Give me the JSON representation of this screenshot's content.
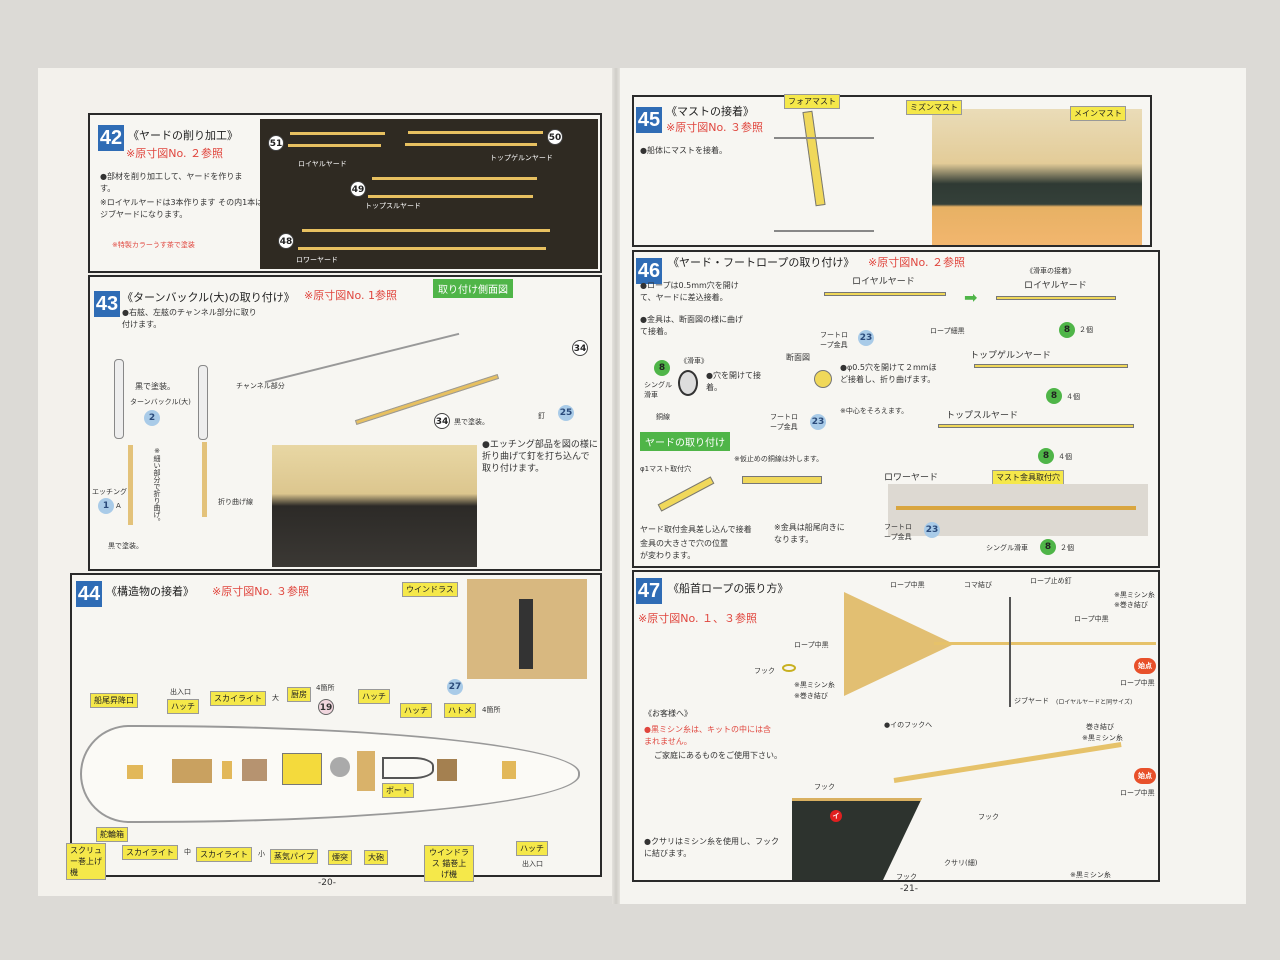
{
  "left_page": {
    "page_number": "-20-",
    "step42": {
      "number": "42",
      "title": "《ヤードの削り加工》",
      "reference": "※原寸図No. ２参照",
      "instruction": "●部材を削り加工して、ヤードを作ります。",
      "note": "※ロイヤルヤードは3本作ります その内1本はジブヤードになります。",
      "paint_note": "※特製カラーうす茶で塗装",
      "parts": [
        {
          "number": "51",
          "label": "ロイヤルヤード"
        },
        {
          "number": "50",
          "label": "トップゲルンヤード"
        },
        {
          "number": "49",
          "label": "トップスルヤード"
        },
        {
          "number": "48",
          "label": "ロワーヤード"
        }
      ]
    },
    "step43": {
      "number": "43",
      "title": "《ターンバックル(大)の取り付け》",
      "reference": "※原寸図No. 1参照",
      "instruction": "●右舷、左舷のチャンネル部分に取り付けます。",
      "side_view_label": "取り付け側面図",
      "paint_black": "黒で塗装。",
      "turnbuckle_label": "ターンバックル(大)",
      "turnbuckle_part": "2",
      "etching_label": "エッチング",
      "etching_part": "1",
      "etching_suffix": "A",
      "paint_black_2": "黒で塗装。",
      "bend_note": "※細い部分で折り曲げ。",
      "bend_line": "折り曲げ線",
      "channel_label": "チャンネル部分",
      "part34": "34",
      "part34_note": "黒で塗装。",
      "part34_side": "34",
      "nail_label": "釘",
      "nail_part": "25",
      "etching_instruction": "●エッチング部品を図の様に折り曲げて釘を打ち込んで取り付けます。"
    },
    "step44": {
      "number": "44",
      "title": "《構造物の接着》",
      "reference": "※原寸図No. ３参照",
      "windlass_photo_label": "ウインドラス",
      "grommet_part": "27",
      "part19": "19",
      "part19_note": "4箇所",
      "labels_top": [
        {
          "text": "船尾昇降口",
          "note": ""
        },
        {
          "text": "ハッチ",
          "note": "出入口"
        },
        {
          "text": "スカイライト",
          "note": "大"
        },
        {
          "text": "厨房",
          "note": ""
        },
        {
          "text": "ハッチ",
          "note": ""
        },
        {
          "text": "ハッチ",
          "note": ""
        },
        {
          "text": "ハトメ",
          "note": "4箇所"
        }
      ],
      "boat_label": "ボート",
      "labels_bottom": [
        {
          "text": "舵輪箱",
          "note": ""
        },
        {
          "text": "スクリュー巻上げ機",
          "note": ""
        },
        {
          "text": "スカイライト",
          "note": "中"
        },
        {
          "text": "スカイライト",
          "note": "小"
        },
        {
          "text": "蒸気パイプ",
          "note": ""
        },
        {
          "text": "煙突",
          "note": ""
        },
        {
          "text": "大砲",
          "note": ""
        },
        {
          "text": "ウインドラス 錨巻上げ機",
          "note": ""
        },
        {
          "text": "ハッチ",
          "note": "出入口"
        }
      ]
    }
  },
  "right_page": {
    "page_number": "-21-",
    "step45": {
      "number": "45",
      "title": "《マストの接着》",
      "reference": "※原寸図No. ３参照",
      "instruction": "●船体にマストを接着。",
      "fore_mast": "フォアマスト",
      "mizzen_mast": "ミズンマスト",
      "main_mast": "メインマスト"
    },
    "step46": {
      "number": "46",
      "title": "《ヤード・フートロープの取り付け》",
      "reference": "※原寸図No. ２参照",
      "instruction1": "●ロープは0.5mm穴を開けて、ヤードに差込接着。",
      "instruction2": "●金具は、断面図の様に曲げて接着。",
      "royal_yard": "ロイヤルヤード",
      "footrope_fitting": "フートロープ金具",
      "footrope_part": "23",
      "rope_black": "ロープ細黒",
      "pulley_title": "《滑車》",
      "single_pulley": "シングル滑車",
      "pulley_part": "8",
      "pulley_note": "●穴を開けて接着。",
      "copper_wire": "銅線",
      "section_label": "断面図",
      "section_note": "●φ0.5穴を開けて２mmほど接着し、折り曲げます。",
      "center_note": "※中心をそろえます。",
      "pulley_attach_title": "《滑車の接着》",
      "yards": [
        {
          "name": "ロイヤルヤード",
          "count": "２個"
        },
        {
          "name": "トップゲルンヤード",
          "count": "４個"
        },
        {
          "name": "トップスルヤード",
          "count": "４個"
        },
        {
          "name": "ロワーヤード",
          "count": "２個"
        }
      ],
      "yard_attach_label": "ヤードの取り付け",
      "temp_wire_note": "※仮止めの銅線は外します。",
      "mast_hole": "φ1マスト取付穴",
      "insert_note": "ヤード取付金具差し込んで接着",
      "hole_note": "金具の大きさで穴の位置が変わります。",
      "fitting_direction": "※金具は船尾向きになります。",
      "mast_fitting_hole": "マスト金具取付穴"
    },
    "step47": {
      "number": "47",
      "title": "《船首ロープの張り方》",
      "reference": "※原寸図No. １、３参照",
      "rope_medium_black": "ロープ中黒",
      "koma_knot": "コマ結び",
      "rope_stop_nail": "ロープ止め釘",
      "black_thread": "※黒ミシン糸",
      "clove_hitch": "※巻き結び",
      "hook": "フック",
      "start_point": "始点",
      "jib_yard": "ジブヤード",
      "jib_yard_note": "(ロイヤルヤードと同サイズ)",
      "to_hook_i": "●イのフックへ",
      "customer_title": "《お客様へ》",
      "customer_note_red": "●黒ミシン糸は、キットの中には含まれません。",
      "customer_note": "ご家庭にあるものをご使用下さい。",
      "chain_note": "●クサリはミシン糸を使用し、フックに結びます。",
      "chain_label": "クサリ(細)",
      "hook_i": "イ",
      "clove_hitch_2": "巻き結び"
    }
  }
}
